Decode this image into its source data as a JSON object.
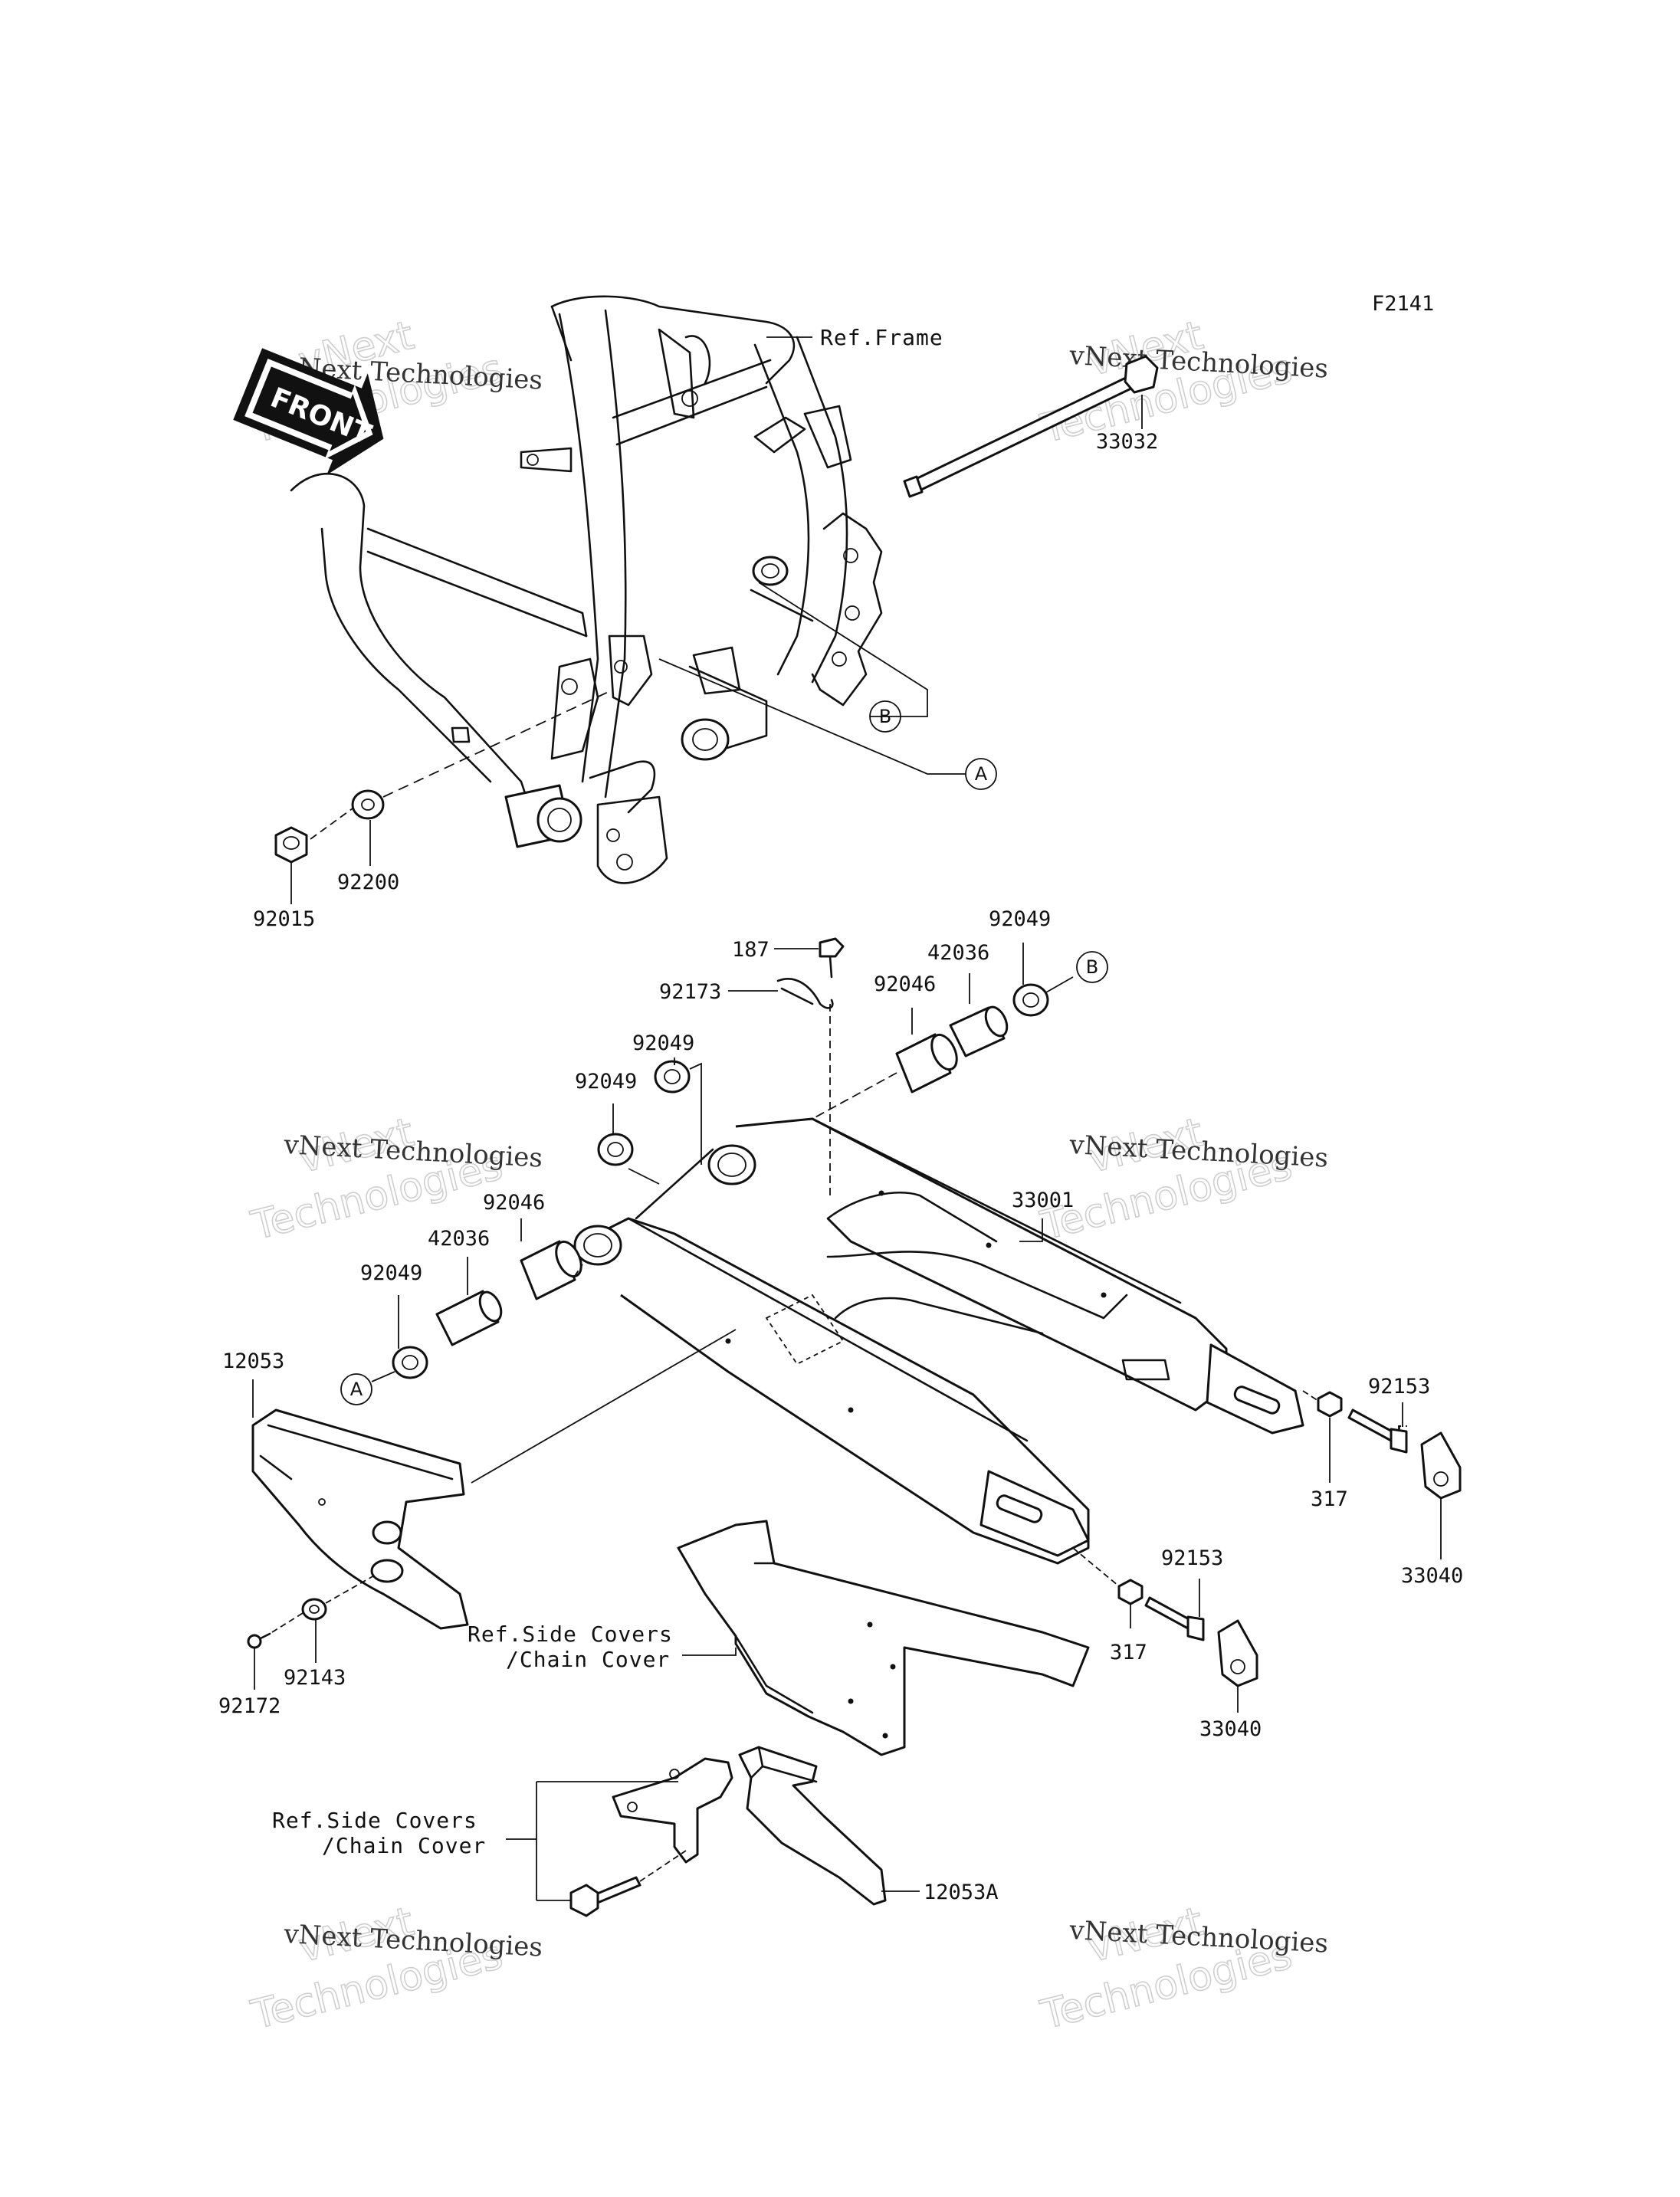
{
  "figure_code": "F2141",
  "front_arrow": "FRONT",
  "refs": {
    "frame": "Ref.Frame",
    "side_covers_1": [
      "Ref.Side Covers",
      "/Chain Cover"
    ],
    "side_covers_2": [
      "Ref.Side Covers",
      "/Chain Cover"
    ]
  },
  "callouts": {
    "a": "A",
    "b": "B"
  },
  "parts": {
    "p33032": "33032",
    "p92015": "92015",
    "p92200": "92200",
    "p187": "187",
    "p92173": "92173",
    "p92049_top": "92049",
    "p42036_top": "42036",
    "p92046_top": "92046",
    "p92049_a": "92049",
    "p92049_b": "92049",
    "p92046_left": "92046",
    "p42036_left": "42036",
    "p92049_left": "92049",
    "p33001": "33001",
    "p12053": "12053",
    "p92153_right": "92153",
    "p317_right": "317",
    "p33040_right": "33040",
    "p92153_mid": "92153",
    "p317_mid": "317",
    "p33040_mid": "33040",
    "p92143": "92143",
    "p92172": "92172",
    "p12053A": "12053A"
  },
  "watermark": {
    "small": "vNext Technologies",
    "big_top": "vNext",
    "big_bottom": "Technologies"
  }
}
